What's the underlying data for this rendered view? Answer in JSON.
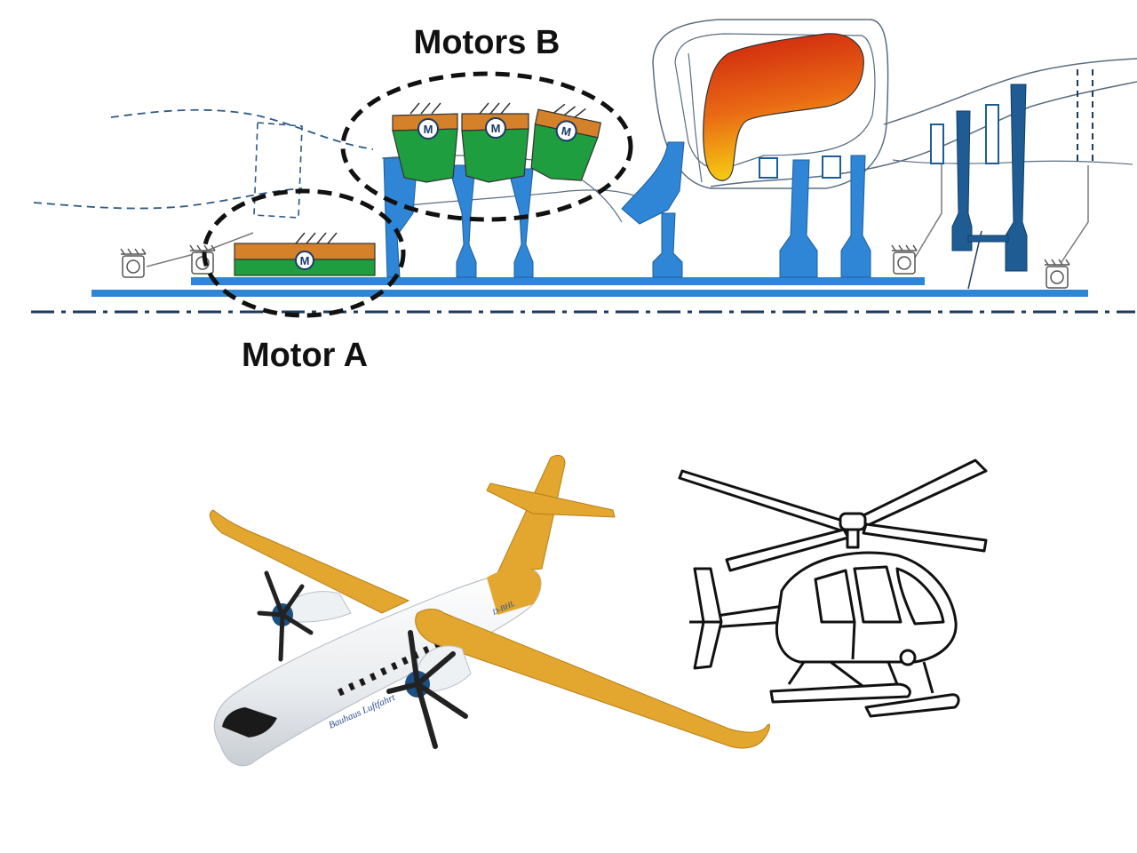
{
  "labels": {
    "motors_b": "Motors B",
    "motor_a": "Motor A",
    "motor_symbol": "M"
  },
  "aircraft_livery": {
    "registration": "D-BHL",
    "airline": "Bauhaus Luftfahrt"
  },
  "colors": {
    "shaft_blue": "#2f86d6",
    "dark_blade_blue": "#1f5c94",
    "rotor_green": "#1e9e3e",
    "stator_orange": "#d4812a",
    "combustor_red": "#d42a10",
    "combustor_yellow": "#f3c414",
    "aircraft_accent": "#e3a72f",
    "dashed_ellipse": "#111111"
  },
  "icons": [
    "motor-icon",
    "bearing-icon",
    "turboprop-aircraft-icon",
    "helicopter-icon"
  ]
}
